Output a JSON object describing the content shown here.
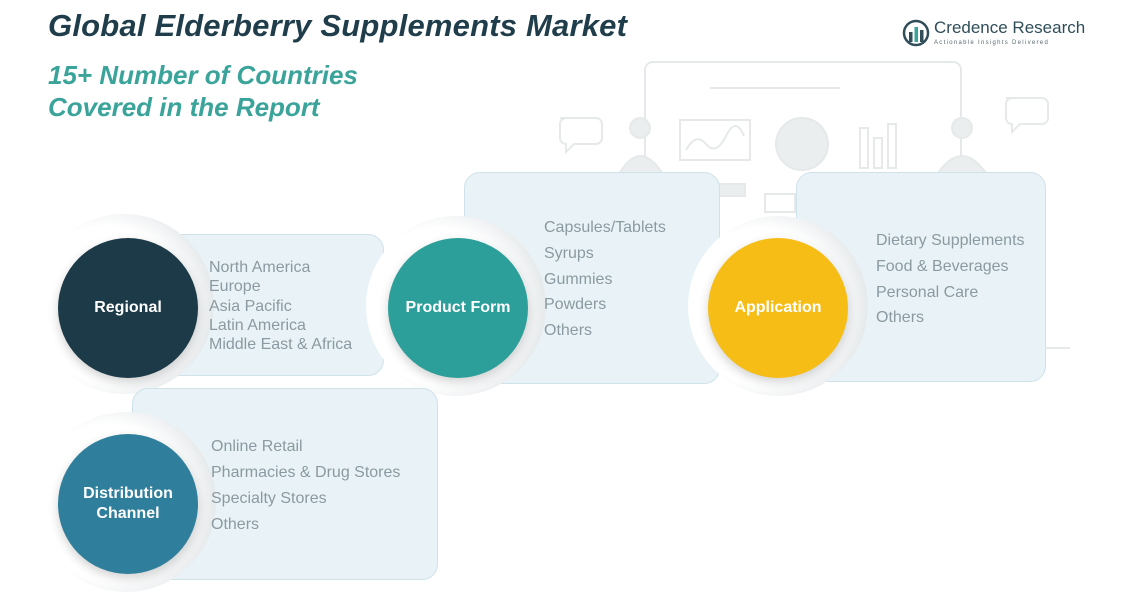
{
  "title": "Global Elderberry Supplements Market",
  "subtitle_line1": "15+ Number of Countries",
  "subtitle_line2": "Covered in the Report",
  "logo": {
    "name": "Credence Research",
    "tagline": "Actionable Insights Delivered",
    "icon": "bar-chart-logo-icon"
  },
  "segments": [
    {
      "label": "Regional",
      "color": "#1c3a47",
      "items": [
        "North America",
        "Europe",
        "Asia Pacific",
        "Latin America",
        "Middle East & Africa"
      ]
    },
    {
      "label": "Product Form",
      "color": "#2c9f9a",
      "items": [
        "Capsules/Tablets",
        "Syrups",
        "Gummies",
        "Powders",
        "Others"
      ]
    },
    {
      "label": "Application",
      "color": "#f6bd16",
      "items": [
        "Dietary Supplements",
        "Food & Beverages",
        "Personal Care",
        "Others"
      ]
    },
    {
      "label_line1": "Distribution",
      "label_line2": "Channel",
      "color": "#2f7e9c",
      "items": [
        "Online Retail",
        "Pharmacies & Drug Stores",
        "Specialty Stores",
        "Others"
      ]
    }
  ]
}
